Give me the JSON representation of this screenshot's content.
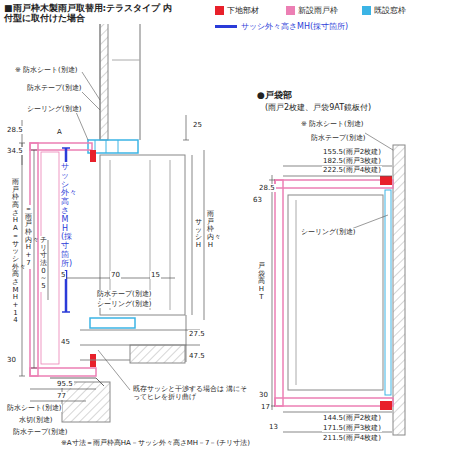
{
  "diagram": {
    "title": "■雨戸枠木製雨戸取替用:テラスタイプ 内付型に取付けた場合",
    "labels": [
      "※ 防水シート(別途)",
      "防水テープ(別途)",
      "シーリング(別途)",
      "A",
      "25",
      "28.5",
      "34.5",
      "雨戸枠高さHA＝サッシ外々高さMH+14",
      "＝雨戸枠内々H+7",
      "チリ寸法0～5",
      "サッシ外々高さMH(採寸箇所)",
      "サッシH",
      "雨戸枠内々H",
      "5",
      "70",
      "15",
      "防水テープ(別途)",
      "シーリング(別途)",
      "45",
      "27.5",
      "47.5",
      "30",
      "95.5",
      "77",
      "防水シート(別途)",
      "水切(別途)",
      "防水テープ(別途)",
      "既存サッシと干渉する場合は 溝にそってヒレを折り曲げ",
      "※A寸法＝雨戸枠高HA－サッシ外々高さMH－7－(チリ寸法)",
      "●戸袋部",
      "(雨戸2枚建、戸袋9AT鏡板付)",
      "※ 防水シート(別途)",
      "防水テープ(別途)",
      "155.5(雨戸2枚建)",
      "182.5(雨戸3枚建)",
      "222.5(雨戸4枚建)",
      "63",
      "28.5",
      "シーリング(別途)",
      "戸袋高HT",
      "30",
      "17",
      "13",
      "144.5(雨戸2枚建)",
      "171.5(雨戸3枚建)",
      "211.5(雨戸4枚建)"
    ],
    "legend": [
      {
        "text": "下地部材",
        "color": "#e8202a"
      },
      {
        "text": "新設雨戸枠",
        "color": "#ec7fb4"
      },
      {
        "text": "既設窓枠",
        "color": "#3bb4e5"
      },
      {
        "text": "サッシ外々高さMH(採寸箇所)"
      }
    ]
  }
}
